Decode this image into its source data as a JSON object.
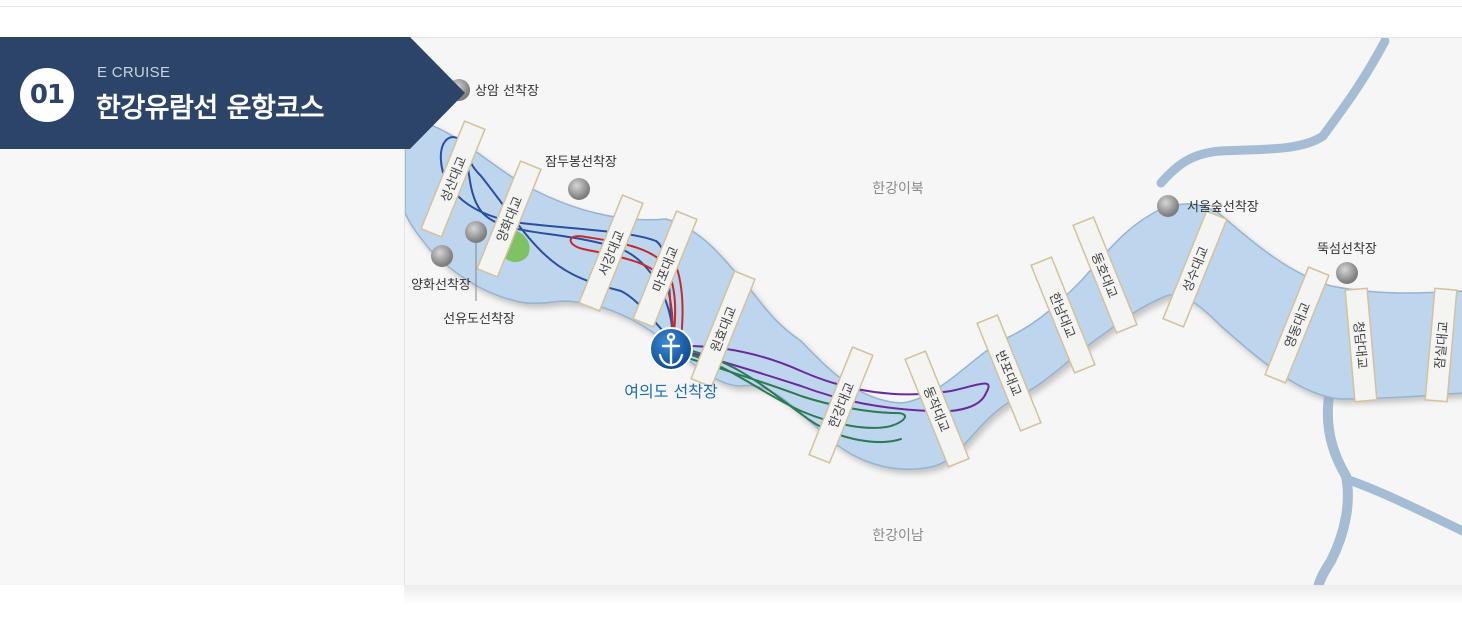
{
  "header": {
    "number": "01",
    "subtitle": "E CRUISE",
    "title": "한강유람선 운항코스"
  },
  "map": {
    "regions": {
      "north": "한강이북",
      "south": "한강이남"
    },
    "piers": {
      "sangam": "상암 선착장",
      "jamdubong": "잠두봉선착장",
      "yanghwa": "양화선착장",
      "seonyudo": "선유도선착장",
      "yeouido": "여의도 선착장",
      "seoulsup": "서울숲선착장",
      "ttukseom": "뚝섬선착장"
    },
    "bridges": {
      "seongsan": "성산대교",
      "yanghwa": "양화대교",
      "seogang": "서강대교",
      "mapo": "마포대교",
      "wonhyo": "원효대교",
      "hangang": "한강대교",
      "dongjak": "동작대교",
      "banpo": "반포대교",
      "hannam": "한남대교",
      "dongho": "동호대교",
      "seongsu": "성수대교",
      "yeongdong": "영동대교",
      "cheongdam": "청담대교",
      "jamsil": "잠실대교"
    },
    "colors": {
      "river": "#bdd6ee",
      "river_edge": "#97b4cf",
      "route_blue": "#2a4ea0",
      "route_red": "#c42a2a",
      "route_purple": "#6a2a9c",
      "route_green": "#2b7a52",
      "yeouido_label": "#1e6bb8",
      "banner": "#2c4467"
    },
    "icons": {
      "yeouido": "anchor-icon",
      "pier": "pier-dot-icon"
    }
  }
}
